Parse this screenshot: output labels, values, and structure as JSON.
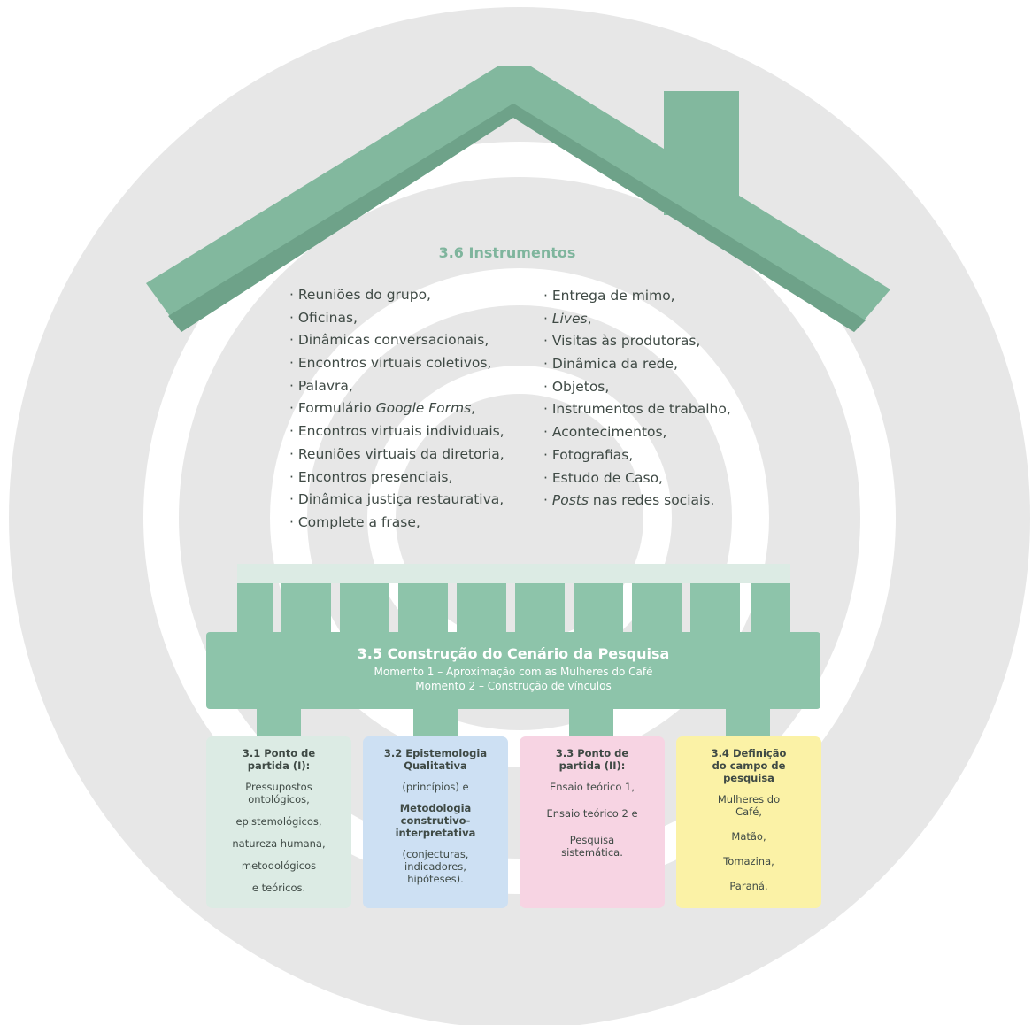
{
  "colors": {
    "ring_gray": "#e7e7e7",
    "roof_green": "#82b89e",
    "roof_shadow": "#6ea289",
    "banner_green": "#8dc4aa",
    "fence_light": "#dcebe4",
    "text_dark": "#3f4a45",
    "card_1": "#dcebe4",
    "card_2": "#cde0f3",
    "card_3": "#f7d4e3",
    "card_4": "#fbf2a6"
  },
  "instruments": {
    "title": "3.6 Instrumentos",
    "left": [
      {
        "pre": "Reuniões do grupo,",
        "em": "",
        "post": ""
      },
      {
        "pre": "Oficinas,",
        "em": "",
        "post": ""
      },
      {
        "pre": "Dinâmicas conversacionais,",
        "em": "",
        "post": ""
      },
      {
        "pre": "Encontros virtuais coletivos,",
        "em": "",
        "post": ""
      },
      {
        "pre": "Palavra,",
        "em": "",
        "post": ""
      },
      {
        "pre": "Formulário ",
        "em": "Google Forms",
        "post": ","
      },
      {
        "pre": "Encontros virtuais individuais,",
        "em": "",
        "post": ""
      },
      {
        "pre": "Reuniões virtuais da diretoria,",
        "em": "",
        "post": ""
      },
      {
        "pre": "Encontros presenciais,",
        "em": "",
        "post": ""
      },
      {
        "pre": "Dinâmica justiça restaurativa,",
        "em": "",
        "post": ""
      },
      {
        "pre": "Complete a frase,",
        "em": "",
        "post": ""
      }
    ],
    "right": [
      {
        "pre": "Entrega de mimo,",
        "em": "",
        "post": ""
      },
      {
        "pre": "",
        "em": "Lives",
        "post": ","
      },
      {
        "pre": "Visitas às produtoras,",
        "em": "",
        "post": ""
      },
      {
        "pre": "Dinâmica da rede,",
        "em": "",
        "post": ""
      },
      {
        "pre": "Objetos,",
        "em": "",
        "post": ""
      },
      {
        "pre": "Instrumentos de trabalho,",
        "em": "",
        "post": ""
      },
      {
        "pre": "Acontecimentos,",
        "em": "",
        "post": ""
      },
      {
        "pre": "Fotografias,",
        "em": "",
        "post": ""
      },
      {
        "pre": "Estudo de Caso,",
        "em": "",
        "post": ""
      },
      {
        "pre": "",
        "em": "Posts",
        "post": " nas redes sociais."
      }
    ]
  },
  "banner": {
    "title": "3.5 Construção do Cenário da Pesquisa",
    "line1": "Momento 1 – Aproximação com as Mulheres do Café",
    "line2": "Momento 2 – Construção de vínculos"
  },
  "cards": [
    {
      "title": [
        "3.1 Ponto de",
        "partida (I):"
      ],
      "items": [
        {
          "text": "Pressupostos",
          "bold": false,
          "tight": true
        },
        {
          "text": "ontológicos,",
          "bold": false,
          "tight": false
        },
        {
          "text": "epistemológicos,",
          "bold": false,
          "tight": false
        },
        {
          "text": "natureza humana,",
          "bold": false,
          "tight": false
        },
        {
          "text": "metodológicos",
          "bold": false,
          "tight": false
        },
        {
          "text": "e teóricos.",
          "bold": false,
          "tight": false
        }
      ]
    },
    {
      "title": [
        "3.2 Epistemologia",
        "Qualitativa"
      ],
      "items": [
        {
          "text": "(princípios) e",
          "bold": false,
          "tight": false
        },
        {
          "text": "Metodologia",
          "bold": true,
          "tight": true
        },
        {
          "text": "construtivo-",
          "bold": true,
          "tight": true
        },
        {
          "text": "interpretativa",
          "bold": true,
          "tight": false
        },
        {
          "text": "(conjecturas,",
          "bold": false,
          "tight": true
        },
        {
          "text": "indicadores,",
          "bold": false,
          "tight": true
        },
        {
          "text": "hipóteses).",
          "bold": false,
          "tight": false
        }
      ]
    },
    {
      "title": [
        "3.3 Ponto de",
        "partida (II):"
      ],
      "items": [
        {
          "text": "Ensaio teórico 1,",
          "bold": false,
          "tight": false
        },
        {
          "text": "Ensaio teórico 2 e",
          "bold": false,
          "tight": false
        },
        {
          "text": "Pesquisa",
          "bold": false,
          "tight": true
        },
        {
          "text": "sistemática.",
          "bold": false,
          "tight": false
        }
      ]
    },
    {
      "title": [
        "3.4 Definição",
        "do campo de",
        "pesquisa"
      ],
      "items": [
        {
          "text": "Mulheres do",
          "bold": false,
          "tight": true
        },
        {
          "text": "Café,",
          "bold": false,
          "tight": false
        },
        {
          "text": "Matão,",
          "bold": false,
          "tight": false
        },
        {
          "text": "Tomazina,",
          "bold": false,
          "tight": false
        },
        {
          "text": "Paraná.",
          "bold": false,
          "tight": false
        }
      ]
    }
  ]
}
